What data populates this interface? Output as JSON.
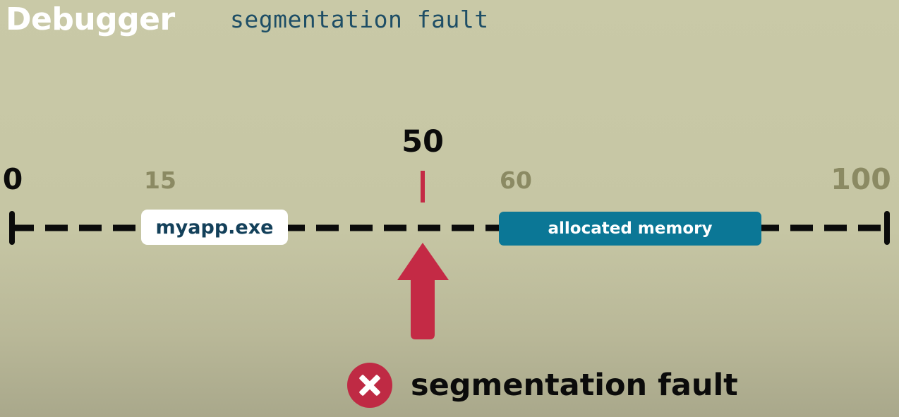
{
  "header": {
    "title": "Debugger",
    "subtitle": "segmentation fault"
  },
  "diagram": {
    "axis": {
      "min": 0,
      "max": 100
    },
    "ticks": [
      {
        "value": 0,
        "label": "0",
        "style": "dark"
      },
      {
        "value": 15,
        "label": "15",
        "style": "muted"
      },
      {
        "value": 60,
        "label": "60",
        "style": "muted"
      },
      {
        "value": 100,
        "label": "100",
        "style": "muted"
      }
    ],
    "pointer": {
      "value": 50,
      "label": "50"
    },
    "blocks": [
      {
        "name": "executable",
        "label": "myapp.exe"
      },
      {
        "name": "allocated-memory",
        "label": "allocated memory"
      }
    ],
    "error": {
      "icon": "error-x-circle-icon",
      "text": "segmentation fault"
    },
    "colors": {
      "line": "#0b0b0b",
      "marker": "#c42a45",
      "arrow": "#c42a45",
      "memory_block": "#0b7796",
      "executable_block": "#ffffff",
      "title": "#ffffff",
      "subtitle": "#1e4e66"
    }
  }
}
